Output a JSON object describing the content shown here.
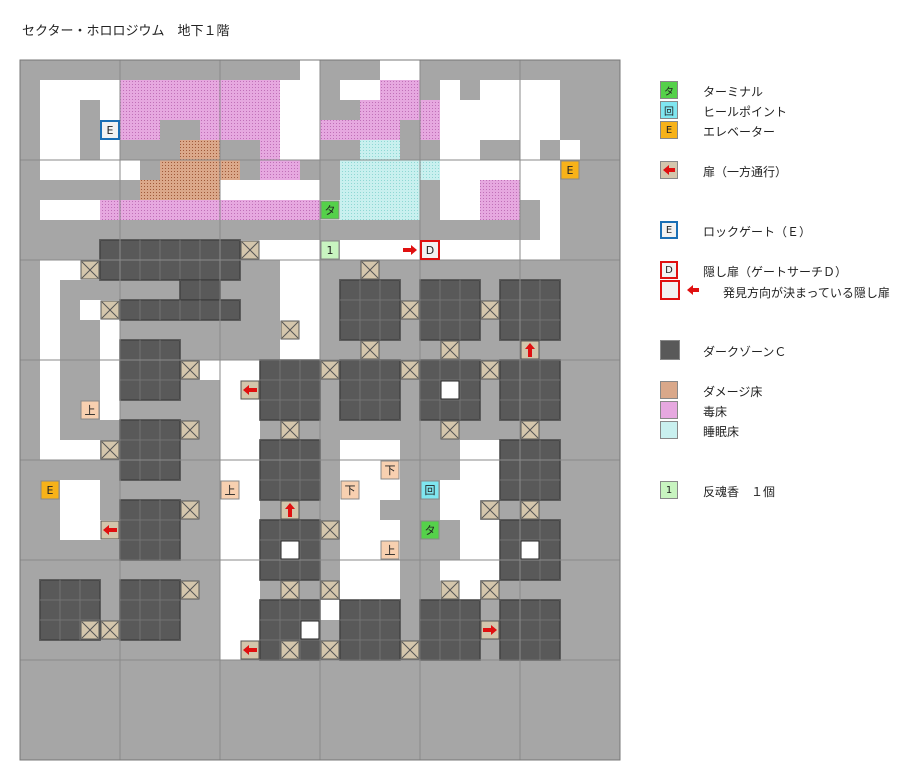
{
  "title": "セクター・ホロロジウム　地下１階",
  "glyphs": {
    "terminal": "タ",
    "heal": "回",
    "elevator": "E",
    "lock_gate": "E",
    "hidden_door": "D",
    "item": "1",
    "up": "上",
    "down": "下"
  },
  "legend": {
    "terminal": "ターミナル",
    "heal_point": "ヒールポイント",
    "elevator": "エレベーター",
    "one_way_door": "扉（一方通行）",
    "lock_gate": "ロックゲート（Ｅ）",
    "hidden_door": "隠し扉（ゲートサーチＤ）",
    "hidden_door_direction": "発見方向が決まっている隠し扉",
    "dark_zone": "ダークゾーンＣ",
    "damage_floor": "ダメージ床",
    "poison_floor": "毒床",
    "sleep_floor": "睡眠床",
    "item": "反魂香　１個"
  },
  "colors": {
    "background": "#a6a6a6",
    "floor": "#ffffff",
    "dark_zone": "#595959",
    "poison": "#e6a8e0",
    "damage": "#d9a88a",
    "sleep": "#c9f0ef",
    "terminal": "#55d14a",
    "heal": "#7fe6f0",
    "elevator": "#f7b219",
    "door": "#d4c6ac",
    "arrow": "#e01010",
    "lock_gate_border": "#1a6fb5",
    "hidden_border": "#e01010",
    "stairs": "#f8d0b0",
    "item": "#c8f4c0"
  }
}
